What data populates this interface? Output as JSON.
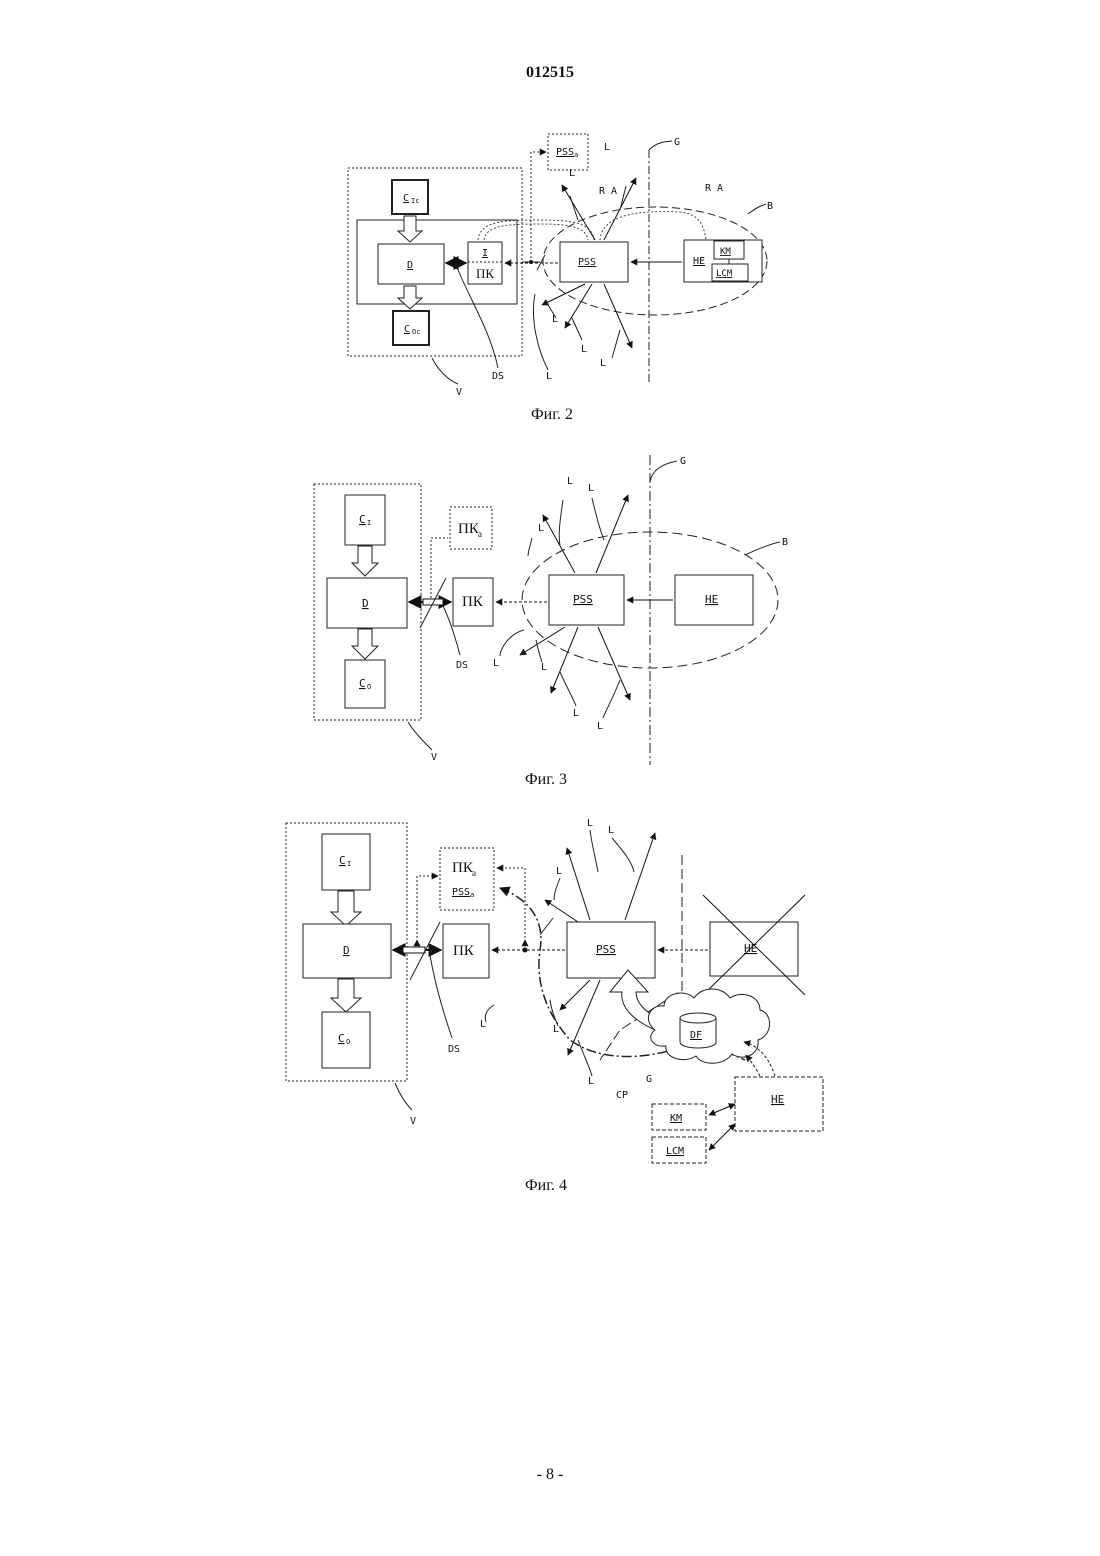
{
  "document_number": "012515",
  "page_number": "- 8 -",
  "figures": [
    {
      "caption": "Фиг. 2",
      "labels": {
        "c_ic": "C",
        "c_ic_sub": "Ic",
        "c_oc": "C",
        "c_oc_sub": "Oc",
        "d": "D",
        "i": "I",
        "pk": "ПК",
        "pss_a": "PSS",
        "pss_a_sub": "a",
        "pss": "PSS",
        "he": "HE",
        "km": "KM",
        "lcm": "LCM",
        "l": "L",
        "ra": "R A",
        "b": "B",
        "g": "G",
        "ds": "DS",
        "v": "V"
      }
    },
    {
      "caption": "Фиг. 3",
      "labels": {
        "c_i": "C",
        "c_i_sub": "I",
        "d": "D",
        "c_o": "C",
        "c_o_sub": "O",
        "pk_a": "ПК",
        "pk_a_sub": "a",
        "pk": "ПК",
        "pss": "PSS",
        "he": "HE",
        "l": "L",
        "b": "B",
        "g": "G",
        "ds": "DS",
        "v": "V"
      }
    },
    {
      "caption": "Фиг. 4",
      "labels": {
        "c_i": "C",
        "c_i_sub": "I",
        "d": "D",
        "c_o": "C",
        "c_o_sub": "O",
        "pk_a": "ПК",
        "pk_a_sub": "a",
        "pss_a": "PSS",
        "pss_a_sub": "a",
        "pk": "ПК",
        "pss": "PSS",
        "he": "HE",
        "df": "DF",
        "km": "KM",
        "lcm": "LCM",
        "l": "L",
        "g": "G",
        "cp": "CP",
        "ds": "DS",
        "v": "V"
      }
    }
  ]
}
